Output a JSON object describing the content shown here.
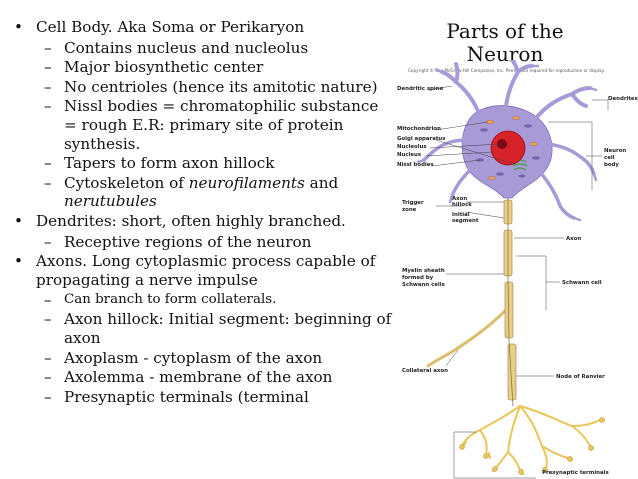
{
  "slide": {
    "title": "Parts of the Neuron",
    "bullets": [
      {
        "level": 1,
        "text": "Cell Body. Aka Soma or Perikaryon"
      },
      {
        "level": 2,
        "text": "Contains nucleus and nucleolus"
      },
      {
        "level": 2,
        "text": "Major biosynthetic center"
      },
      {
        "level": 2,
        "text": "No centrioles (hence its amitotic nature)"
      },
      {
        "level": 2,
        "text": "Nissl bodies = chromatophilic substance = rough E.R: primary site of protein synthesis."
      },
      {
        "level": 2,
        "text": "Tapers to form axon hillock"
      },
      {
        "level": 2,
        "text_before": "Cytoskeleton of ",
        "italic1": "neurofilaments",
        "text_mid": " and ",
        "italic2": "nerutubules"
      },
      {
        "level": 1,
        "text": "Dendrites: short, often highly branched."
      },
      {
        "level": 2,
        "text": "Receptive regions of the neuron"
      },
      {
        "level": 1,
        "text": "Axons. Long cytoplasmic process capable of propagating a nerve impulse"
      },
      {
        "level": 2,
        "text": "Can branch to form collaterals.",
        "small": true
      },
      {
        "level": 2,
        "text": "Axon hillock: Initial segment: beginning of axon"
      },
      {
        "level": 2,
        "text": "Axoplasm - cytoplasm of the axon"
      },
      {
        "level": 2,
        "text": "Axolemma -  membrane of the axon"
      },
      {
        "level": 2,
        "text": "Presynaptic terminals (terminal"
      }
    ]
  },
  "diagram": {
    "copyright": "Copyright © The McGraw-Hill Companies, Inc. Permission required for reproduction or display.",
    "labels": {
      "dendritic_spine": "Dendritic spine",
      "dendrites": "Dendrites",
      "mitochondrion": "Mitochondrion",
      "golgi": "Golgi apparatus",
      "nucleolus": "Nucleolus",
      "nucleus": "Nucleus",
      "nissl": "Nissl bodies",
      "neuron_cell_body_1": "Neuron",
      "neuron_cell_body_2": "cell",
      "neuron_cell_body_3": "body",
      "axon_hillock_1": "Axon",
      "axon_hillock_2": "hillock",
      "initial_segment_1": "Initial",
      "initial_segment_2": "segment",
      "trigger_zone_1": "Trigger",
      "trigger_zone_2": "zone",
      "axon": "Axon",
      "myelin_1": "Myelin sheath",
      "myelin_2": "formed by",
      "myelin_3": "Schwann cells",
      "schwann": "Schwann cell",
      "collateral": "Collateral axon",
      "ranvier": "Node of Ranvier",
      "presynaptic": "Presynaptic terminals"
    },
    "colors": {
      "cell": "#a79ad6",
      "nucleus": "#d8222a",
      "myelin": "#e6cf8a",
      "terminals": "#e8c65a"
    }
  }
}
